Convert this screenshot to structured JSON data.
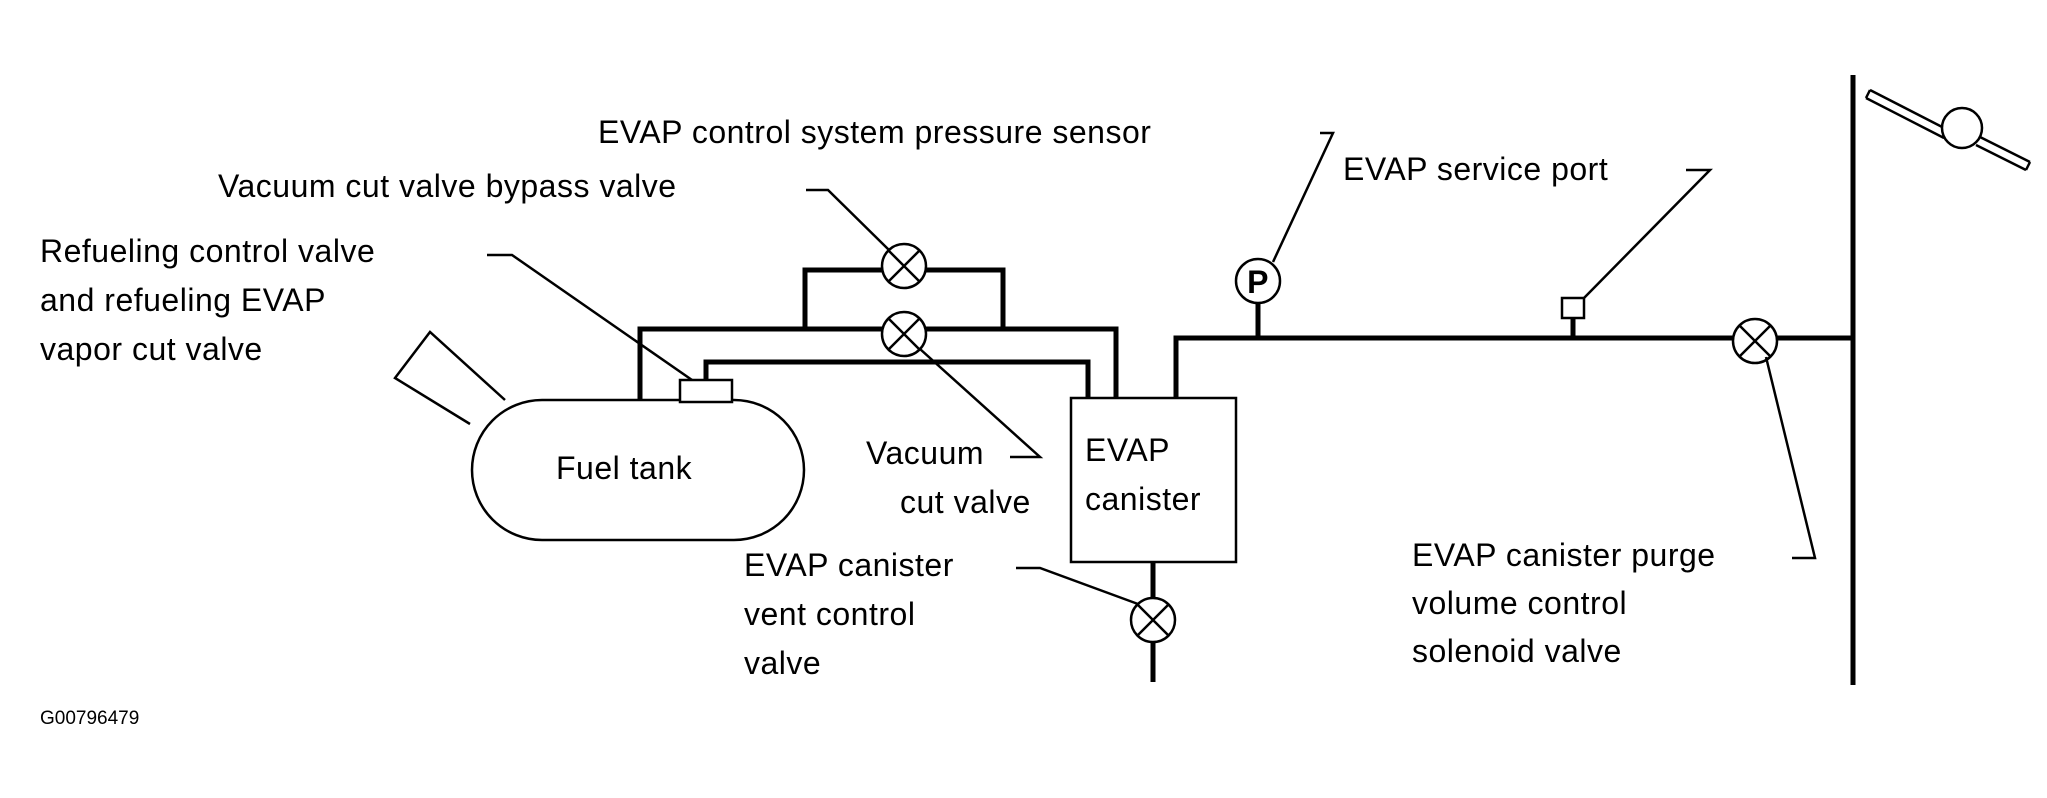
{
  "labels": {
    "pressure_sensor": "EVAP control system pressure sensor",
    "bypass_valve": "Vacuum cut valve bypass valve",
    "refueling_valve": [
      "Refueling control valve",
      "and refueling EVAP",
      "vapor cut valve"
    ],
    "service_port": "EVAP service port",
    "vacuum_cut_valve": [
      "Vacuum",
      "cut valve"
    ],
    "canister": [
      "EVAP",
      "canister"
    ],
    "vent_valve": [
      "EVAP canister",
      "vent control",
      "valve"
    ],
    "purge_valve": [
      "EVAP canister purge",
      "volume control",
      "solenoid valve"
    ],
    "fuel_tank": "Fuel tank",
    "sensor_symbol": "P"
  },
  "figure_code": "G00796479"
}
